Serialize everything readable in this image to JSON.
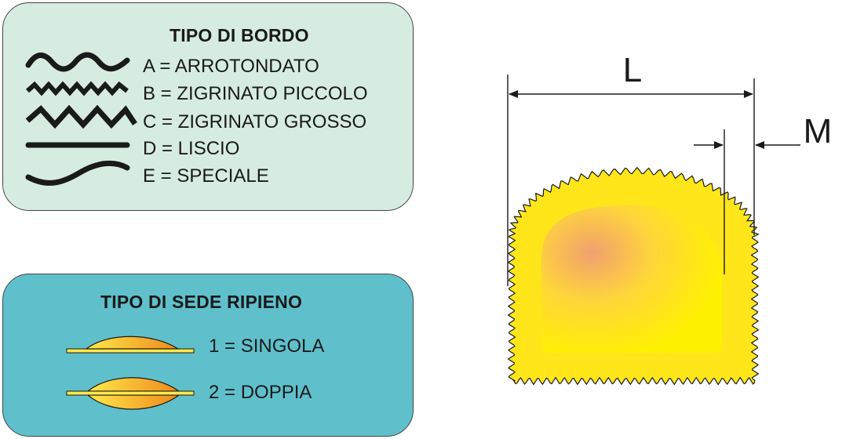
{
  "bordo": {
    "title": "TIPO DI BORDO",
    "items": [
      {
        "label": "A = ARROTONDATO",
        "icon": "rounded-wave-icon"
      },
      {
        "label": "B = ZIGRINATO PICCOLO",
        "icon": "small-zigzag-icon"
      },
      {
        "label": "C = ZIGRINATO GROSSO",
        "icon": "large-zigzag-icon"
      },
      {
        "label": "D = LISCIO",
        "icon": "straight-line-icon"
      },
      {
        "label": "E = SPECIALE",
        "icon": "s-curve-icon"
      }
    ]
  },
  "sede": {
    "title": "TIPO DI SEDE RIPIENO",
    "items": [
      {
        "label": "1 = SINGOLA",
        "icon": "single-filling-icon"
      },
      {
        "label": "2 = DOPPIA",
        "icon": "double-filling-icon"
      }
    ]
  },
  "dimensions": {
    "length": "L",
    "margin": "M"
  },
  "colors": {
    "bordo_panel": "#d6ece0",
    "sede_panel": "#5fc0cc",
    "pasta_yellow": "#ffe61a",
    "pasta_orange": "#f0a070",
    "filling_orange": "#ee8a1c"
  }
}
